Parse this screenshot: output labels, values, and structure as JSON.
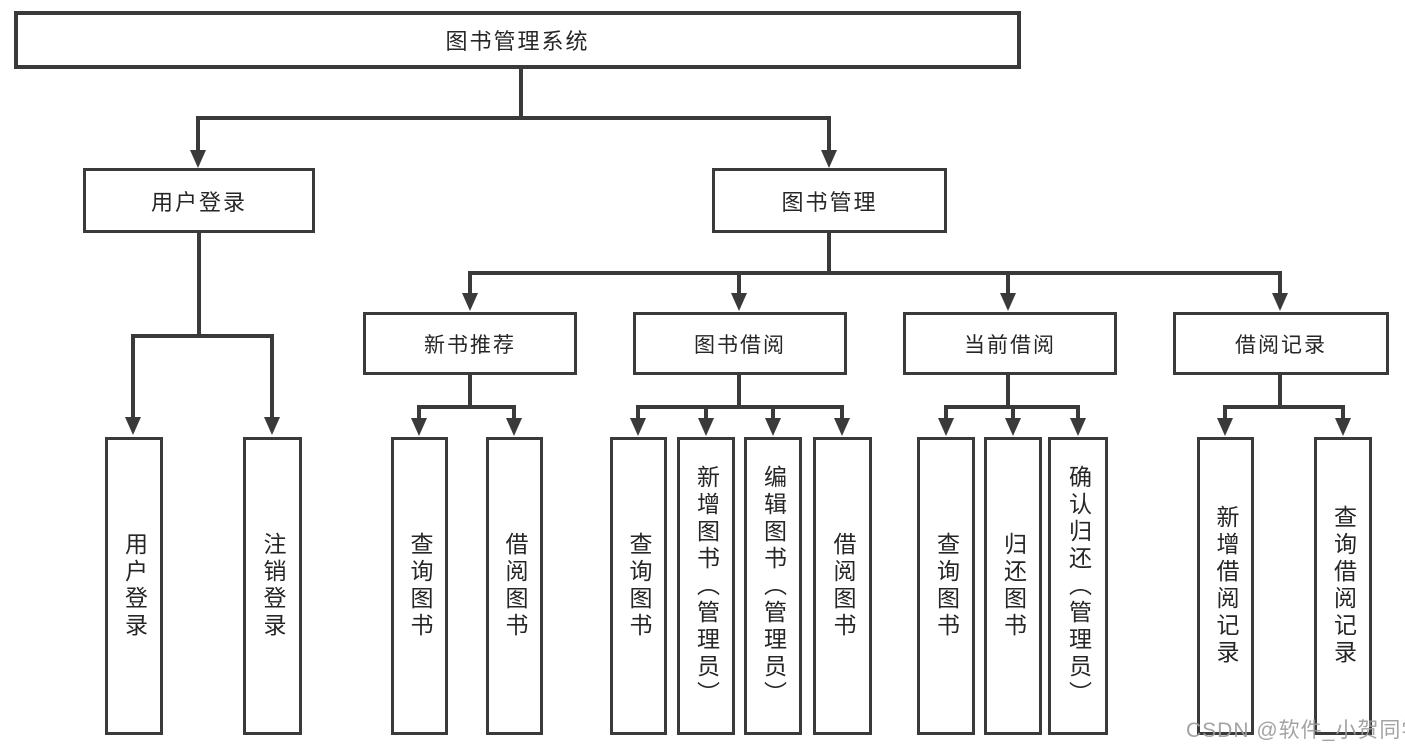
{
  "diagram": {
    "root": "图书管理系统",
    "level2": {
      "user_login": "用户登录",
      "book_management": "图书管理"
    },
    "level3": {
      "new_books": "新书推荐",
      "book_borrowing": "图书借阅",
      "current_borrowing": "当前借阅",
      "borrow_records": "借阅记录"
    },
    "leaves": {
      "user_login": "用户登录",
      "logout": "注销登录",
      "nb_query": "查询图书",
      "nb_borrow": "借阅图书",
      "bb_query": "查询图书",
      "bb_add": "新增图书（管理员）",
      "bb_edit": "编辑图书（管理员）",
      "bb_borrow": "借阅图书",
      "cb_query": "查询图书",
      "cb_return": "归还图书",
      "cb_confirm": "确认归还（管理员）",
      "rec_add": "新增借阅记录",
      "rec_query": "查询借阅记录"
    }
  },
  "watermark": "CSDN @软件_小贺同学",
  "colors": {
    "line": "#3a3a3a",
    "box_background": "#ffffff",
    "text": "#262626",
    "watermark": "#9c9c9c"
  }
}
